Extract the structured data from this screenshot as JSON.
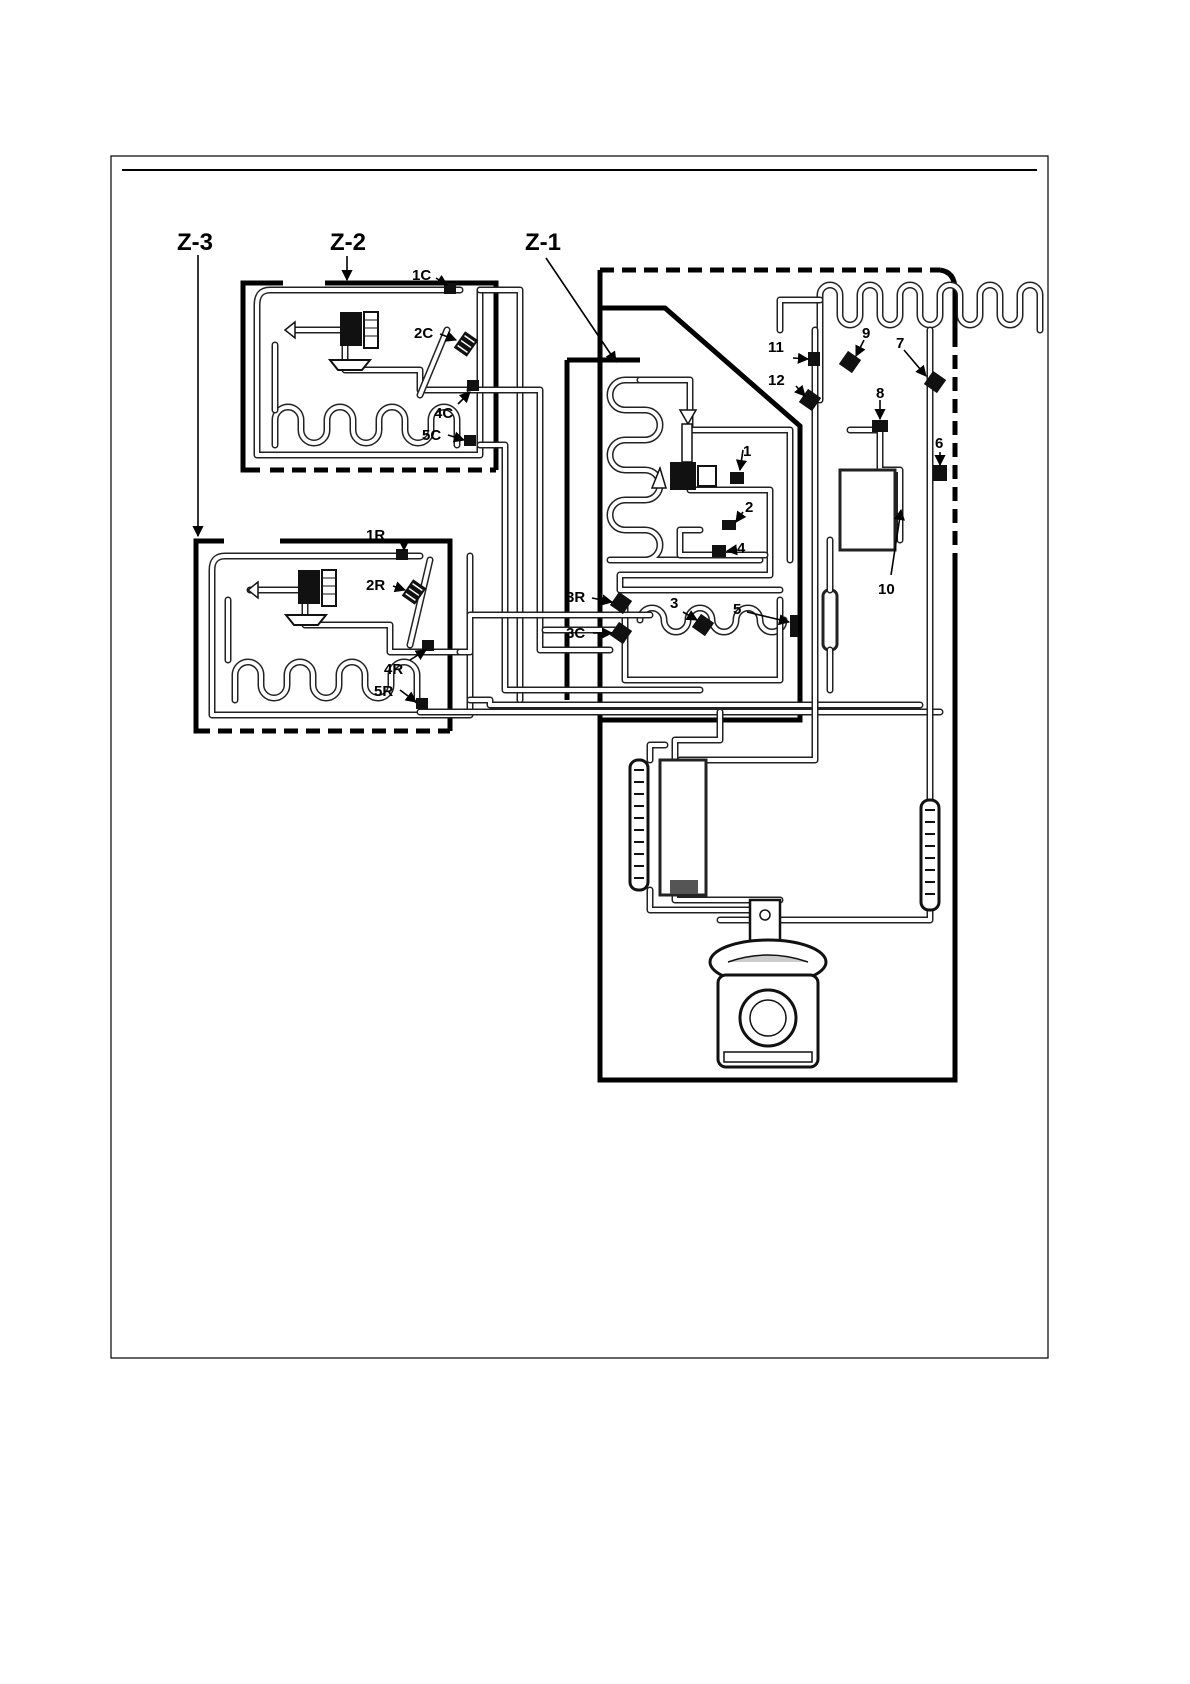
{
  "zones": [
    {
      "id": "z3",
      "label": "Z-3"
    },
    {
      "id": "z2",
      "label": "Z-2"
    },
    {
      "id": "z1",
      "label": "Z-1"
    }
  ],
  "callouts": {
    "c1C": "1C",
    "c2C": "2C",
    "c4C": "4C",
    "c5C": "5C",
    "c1R": "1R",
    "c2R": "2R",
    "c4R": "4R",
    "c5R": "5R",
    "c3R": "3R",
    "c3C": "3C",
    "c1": "1",
    "c2": "2",
    "c3": "3",
    "c4": "4",
    "c5": "5",
    "c6": "6",
    "c7": "7",
    "c8": "8",
    "c9": "9",
    "c10": "10",
    "c11": "11",
    "c12": "12"
  }
}
